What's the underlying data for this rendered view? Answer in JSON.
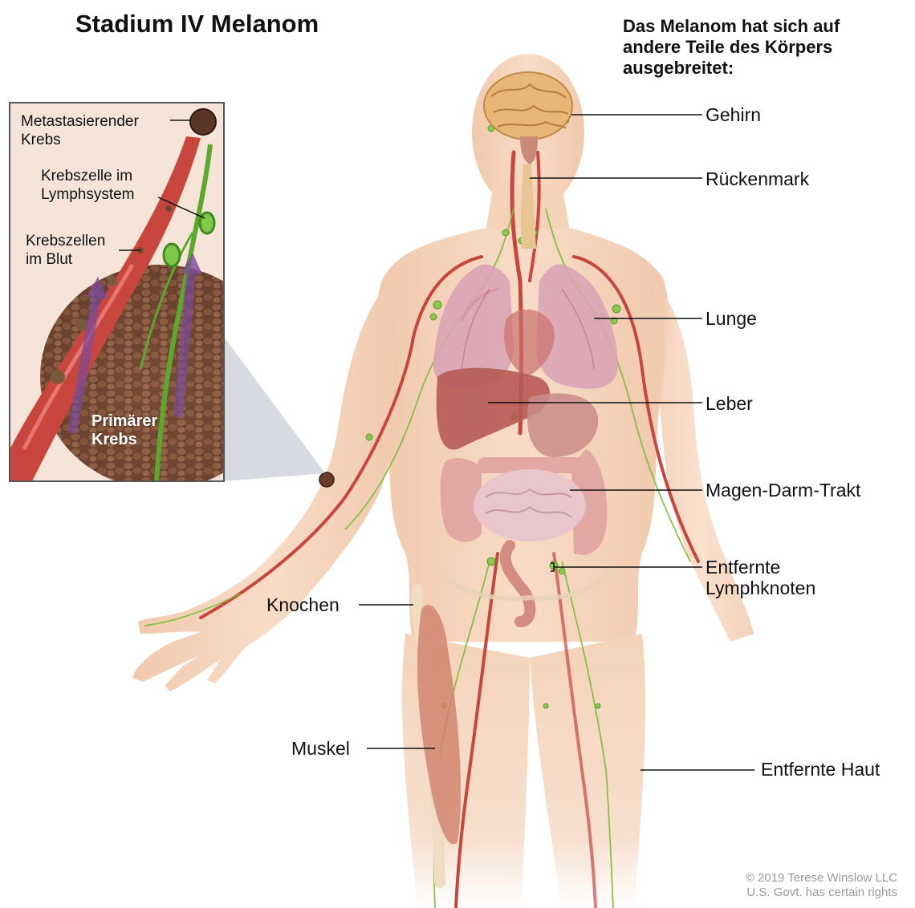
{
  "title": "Stadium IV Melanom",
  "heading": "Das Melanom hat sich auf\nandere Teile des Körpers\nausgebreitet:",
  "organ_labels": {
    "gehirn": "Gehirn",
    "rueckenmark": "Rückenmark",
    "lunge": "Lunge",
    "leber": "Leber",
    "magen_darm": "Magen-Darm-Trakt",
    "lymphknoten": "Entfernte\nLymphknoten",
    "knochen": "Knochen",
    "muskel": "Muskel",
    "haut": "Entfernte Haut"
  },
  "inset_labels": {
    "metastasierend": "Metastasierender\nKrebs",
    "lymphsystem": "Krebszelle im\nLymphsystem",
    "blut": "Krebszellen\nim Blut",
    "primaer": "Primärer\nKrebs"
  },
  "copyright": "© 2019 Terese Winslow LLC\nU.S. Govt. has certain rights",
  "colors": {
    "skin": "#f4d3b8",
    "skin_edge": "#e8b898",
    "blood_vessel": "#c9463e",
    "lymph": "#7bbd3a",
    "lung": "#d9a2b6",
    "liver": "#b65a55",
    "intestine": "#e8b4b0",
    "brain": "#e8b677",
    "tumor_tissue": "#7a4a33"
  }
}
